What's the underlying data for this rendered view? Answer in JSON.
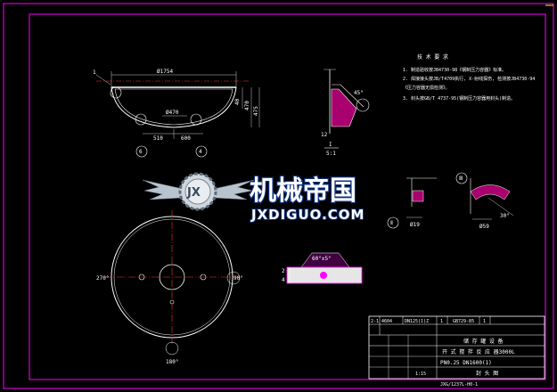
{
  "watermark": {
    "cn": "机械帝国",
    "en": "JXDIGUO.COM",
    "badge": "JX"
  },
  "colors": {
    "frame": "#ff00ff",
    "line": "#ffffff",
    "center": "#ff3030",
    "dim": "#00ffff",
    "hatch": "#ff00ff",
    "accent": "#ffff00"
  },
  "main_view": {
    "dims": {
      "width": "Ø1754",
      "inner": "Ø470",
      "spacing_a": "510",
      "spacing_b": "600",
      "h1": "470",
      "h2": "475",
      "h3": "40"
    },
    "balloons": [
      "1",
      "6",
      "4"
    ]
  },
  "detail_top": {
    "label": "I",
    "scale": "5:1",
    "dims": [
      "12",
      "45°"
    ]
  },
  "tech_req": {
    "title": "技 术 要 求",
    "lines": [
      "1. 制造验收按JB4730-98《钢制压力容器》标准。",
      "2. 焊接接头按JB/T4709执行, X-射线探伤, 检测按JB4730-94",
      "   《压力容器无损检测》。",
      "3. 封头按GB/T 4737-95(钢制压力容器用封头)制造。"
    ]
  },
  "detail_small": {
    "label": "Ⅱ",
    "dims": [
      "Ø19"
    ]
  },
  "detail_right": {
    "label": "Ⅲ",
    "dims": [
      "Ø59",
      "30°"
    ]
  },
  "bottom_view": {
    "angles": [
      "270°",
      "90°",
      "180°"
    ]
  },
  "weld_detail": {
    "dims": [
      "60°±5°",
      "2",
      "4"
    ]
  },
  "title_block": {
    "parts_row": [
      "2-1",
      "4604",
      "DN125(1)Z",
      "1",
      "GB729-85",
      "1"
    ],
    "company": "储 存 罐 设 备",
    "product": "开 式 搅 拌 反 应 器3000L",
    "spec": "PN0.25  DN1600(1)",
    "name": "封 头 图",
    "scale": "1:15",
    "drawing_no": "JXG/1237L-H0-1"
  }
}
